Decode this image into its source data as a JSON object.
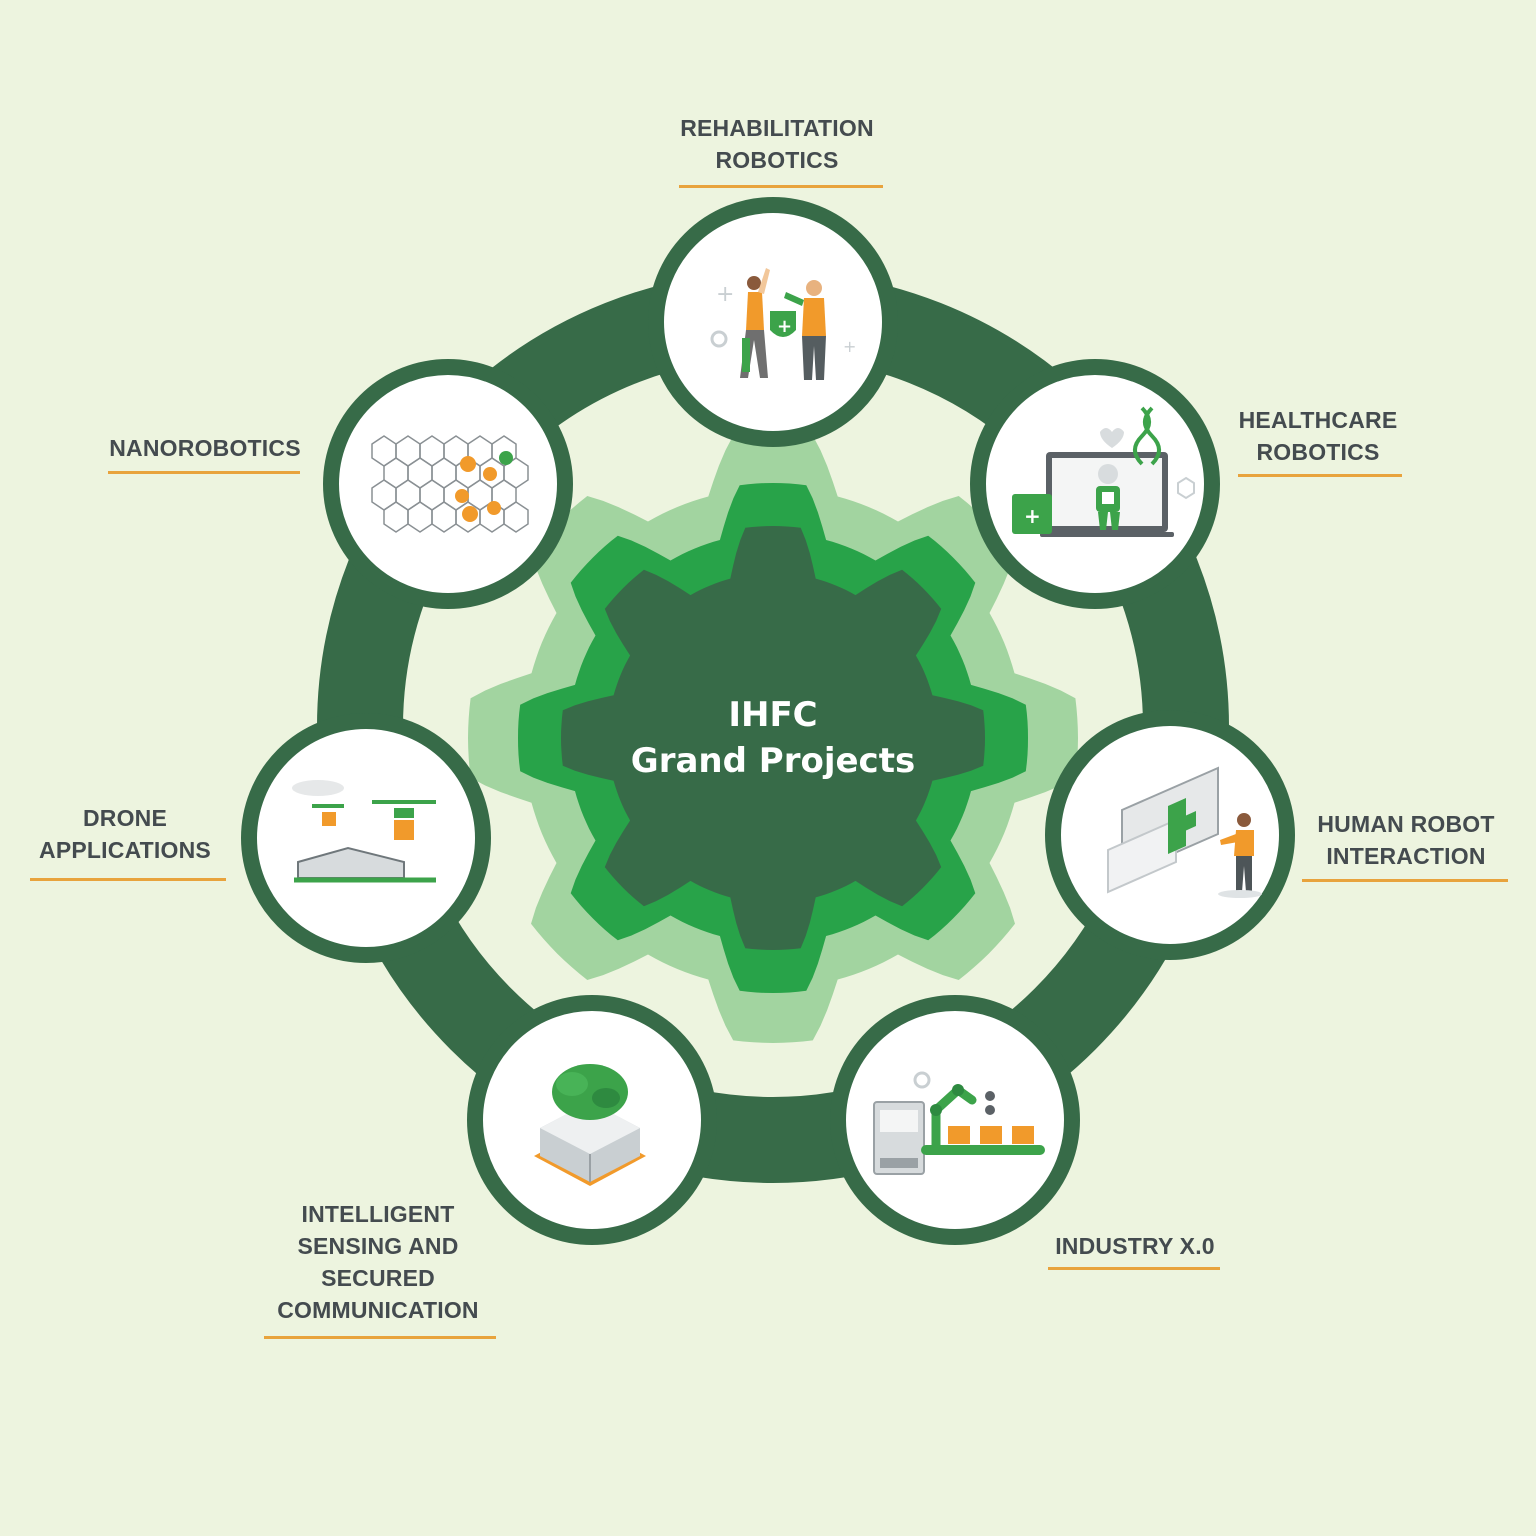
{
  "center": {
    "line1": "IHFC",
    "line2": "Grand Projects"
  },
  "colors": {
    "background": "#edf4df",
    "ring": "#376b48",
    "gear_outer": "#a2d4a0",
    "gear_mid": "#28a349",
    "gear_inner": "#376b48",
    "accent_underline": "#e8a33d",
    "icon_orange": "#f19a2b",
    "icon_green": "#3ca34a"
  },
  "projects": [
    {
      "id": "rehabilitation",
      "lines": [
        "REHABILITATION",
        "ROBOTICS"
      ],
      "icon": "exoskeleton-highfive-icon"
    },
    {
      "id": "healthcare",
      "lines": [
        "HEALTHCARE",
        "ROBOTICS"
      ],
      "icon": "medical-robot-monitor-icon"
    },
    {
      "id": "hri",
      "lines": [
        "HUMAN ROBOT",
        "INTERACTION"
      ],
      "icon": "person-at-screen-icon"
    },
    {
      "id": "industry",
      "lines": [
        "INDUSTRY X.0"
      ],
      "icon": "robotic-arm-conveyor-icon"
    },
    {
      "id": "sensing",
      "lines": [
        "INTELLIGENT",
        "SENSING AND",
        "SECURED",
        "COMMUNICATION"
      ],
      "icon": "brain-chip-icon"
    },
    {
      "id": "drone",
      "lines": [
        "DRONE",
        "APPLICATIONS"
      ],
      "icon": "drone-farm-icon"
    },
    {
      "id": "nano",
      "lines": [
        "NANOROBOTICS"
      ],
      "icon": "nanotube-lattice-icon"
    }
  ]
}
